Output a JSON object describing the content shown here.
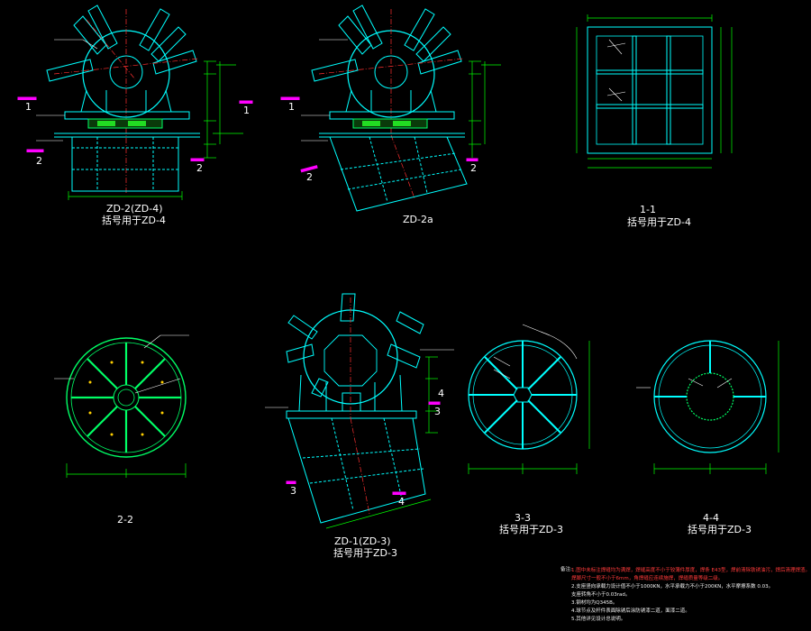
{
  "canvas": {
    "background": "#000000"
  },
  "colors": {
    "steel": "#00ffff",
    "plate": "#00ff66",
    "dimension": "#00ff00",
    "center_line": "#ff3030",
    "section_mark": "#ff00ff",
    "leader": "#ffffff",
    "weld_hatch": "#22dd22"
  },
  "views": {
    "zd2": {
      "title": "ZD-2(ZD-4)",
      "subtitle": "括号用于ZD-4",
      "cut_marks": [
        "1",
        "1",
        "2",
        "2"
      ]
    },
    "zd2a": {
      "title": "ZD-2a",
      "cut_marks": [
        "1",
        "2",
        "2"
      ]
    },
    "sec11": {
      "title": "1-1",
      "subtitle": "括号用于ZD-4"
    },
    "sec22": {
      "title": "2-2"
    },
    "zd1": {
      "title": "ZD-1(ZD-3)",
      "subtitle": "括号用于ZD-3",
      "cut_marks": [
        "3",
        "3",
        "4",
        "4"
      ]
    },
    "sec33": {
      "title": "3-3",
      "subtitle": "括号用于ZD-3"
    },
    "sec44": {
      "title": "4-4",
      "subtitle": "括号用于ZD-3"
    }
  },
  "notes": {
    "heading": "备注:",
    "lines": [
      "1.图中未标注焊缝均为满焊，焊缝高度不小于较薄件厚度，焊条 E43型，焊前清除铁锈油污，焊后清理焊渣。",
      "  焊脚尺寸一般不小于6mm，角焊缝应连续施焊，焊缝质量等级二级。",
      "2.支座竖向承载力设计值不小于1000KN，水平承载力不小于200KN，水平摩擦系数 0.03。",
      "  支座转角不小于0.03rad。",
      "3.钢材均为Q345B。",
      "4.球节点及杆件表面除锈后涂防锈漆二道，面漆二道。",
      "5.其他详见设计总说明。"
    ]
  }
}
